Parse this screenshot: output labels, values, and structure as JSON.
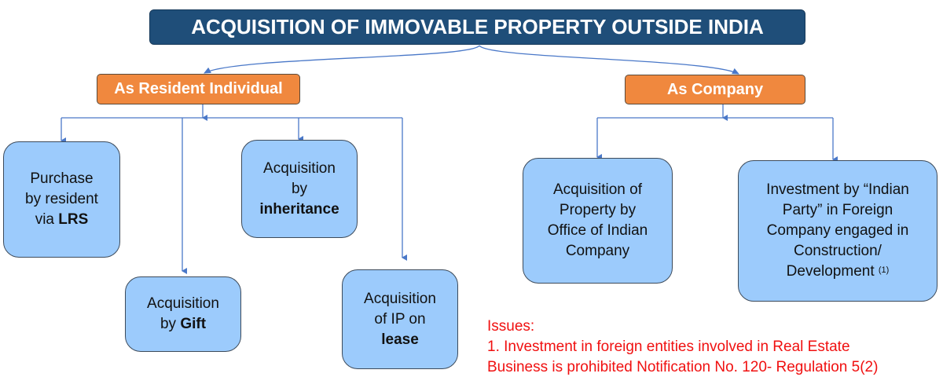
{
  "title": "ACQUISITION OF IMMOVABLE PROPERTY OUTSIDE INDIA",
  "categories": {
    "resident": "As Resident Individual",
    "company": "As Company"
  },
  "resident_boxes": {
    "purchase": {
      "l1": "Purchase",
      "l2": "by resident",
      "l3a": "via ",
      "l3b": "LRS"
    },
    "inheritance": {
      "l1": "Acquisition",
      "l2": "by",
      "l3": "inheritance"
    },
    "gift": {
      "l1": "Acquisition",
      "l2a": "by ",
      "l2b": "Gift"
    },
    "lease": {
      "l1": "Acquisition",
      "l2": "of IP on",
      "l3": "lease"
    }
  },
  "company_boxes": {
    "office": {
      "l1": "Acquisition of",
      "l2": "Property by",
      "l3": "Office of Indian",
      "l4": "Company"
    },
    "investment": {
      "l1": "Investment by “Indian",
      "l2": "Party” in Foreign",
      "l3": "Company engaged in",
      "l4": "Construction/",
      "l5": "Development ",
      "note": "(1)"
    }
  },
  "issues": {
    "heading": "Issues:",
    "line1": "1. Investment in foreign entities involved in Real Estate",
    "line2": "Business is prohibited Notification No. 120- Regulation 5(2)"
  },
  "colors": {
    "title_bg": "#1f4e79",
    "category_bg": "#f0883e",
    "box_bg": "#9ccbfc",
    "connector": "#4a78c8",
    "issues_text": "#f01010"
  }
}
